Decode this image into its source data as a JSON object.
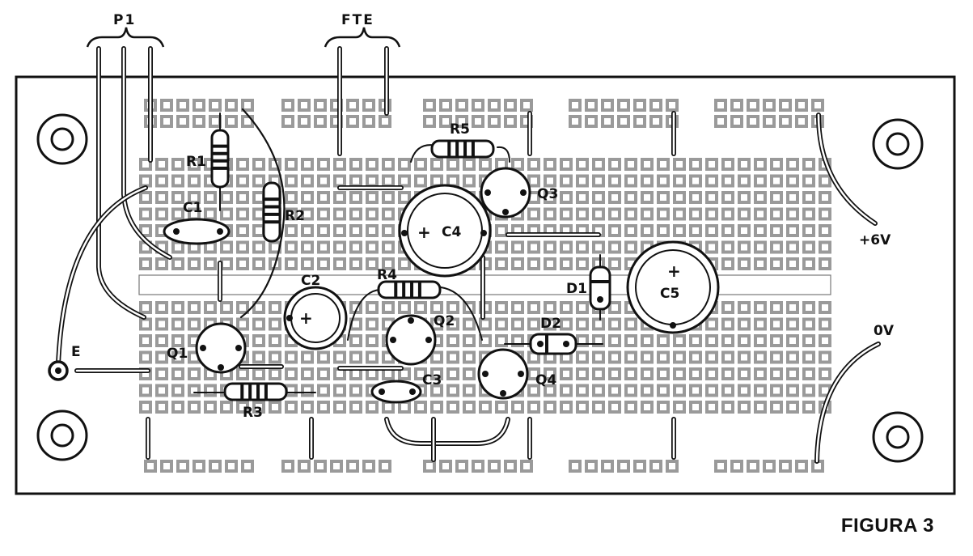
{
  "caption": "FIGURA 3",
  "headers": {
    "p1": "P1",
    "fte": "FTE"
  },
  "labels": {
    "r1": "R1",
    "r2": "R2",
    "r3": "R3",
    "r4": "R4",
    "r5": "R5",
    "c1": "C1",
    "c2": "C2",
    "c3": "C3",
    "c4": "C4",
    "c5": "C5",
    "q1": "Q1",
    "q2": "Q2",
    "q3": "Q3",
    "q4": "Q4",
    "d1": "D1",
    "d2": "D2",
    "e": "E",
    "plus6v": "+6V",
    "zero_v": "0V",
    "plus": "+"
  },
  "colors": {
    "ink": "#111111",
    "pad": "#9a9a9a",
    "board": "#ffffff"
  }
}
